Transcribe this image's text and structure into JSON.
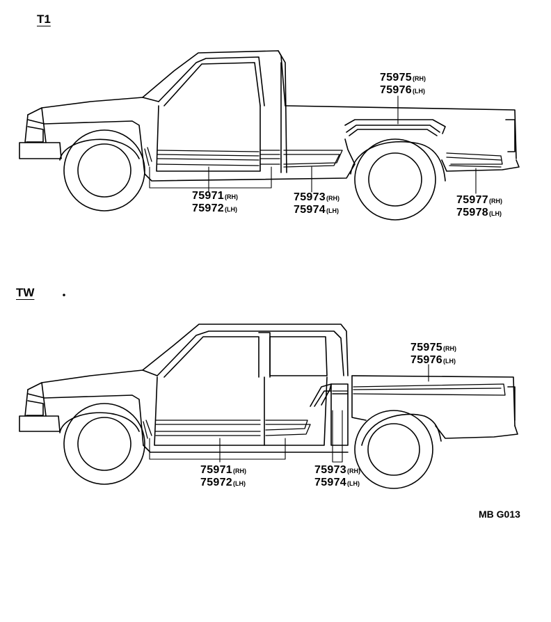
{
  "sections": {
    "t1": {
      "label": "T1",
      "callouts": [
        {
          "id": "rocker",
          "parts": [
            {
              "num": "75971",
              "side": "(RH)"
            },
            {
              "num": "75972",
              "side": "(LH)"
            }
          ]
        },
        {
          "id": "bedfront",
          "parts": [
            {
              "num": "75973",
              "side": "(RH)"
            },
            {
              "num": "75974",
              "side": "(LH)"
            }
          ]
        },
        {
          "id": "arch",
          "parts": [
            {
              "num": "75975",
              "side": "(RH)"
            },
            {
              "num": "75976",
              "side": "(LH)"
            }
          ]
        },
        {
          "id": "rear",
          "parts": [
            {
              "num": "75977",
              "side": "(RH)"
            },
            {
              "num": "75978",
              "side": "(LH)"
            }
          ]
        }
      ]
    },
    "tw": {
      "label": "TW",
      "callouts": [
        {
          "id": "rocker",
          "parts": [
            {
              "num": "75971",
              "side": "(RH)"
            },
            {
              "num": "75972",
              "side": "(LH)"
            }
          ]
        },
        {
          "id": "bedfront",
          "parts": [
            {
              "num": "75973",
              "side": "(RH)"
            },
            {
              "num": "75974",
              "side": "(LH)"
            }
          ]
        },
        {
          "id": "bedside",
          "parts": [
            {
              "num": "75975",
              "side": "(RH)"
            },
            {
              "num": "75976",
              "side": "(LH)"
            }
          ]
        }
      ]
    }
  },
  "drawing_code": "MB G013",
  "colors": {
    "ink": "#000000",
    "paper": "#ffffff"
  }
}
